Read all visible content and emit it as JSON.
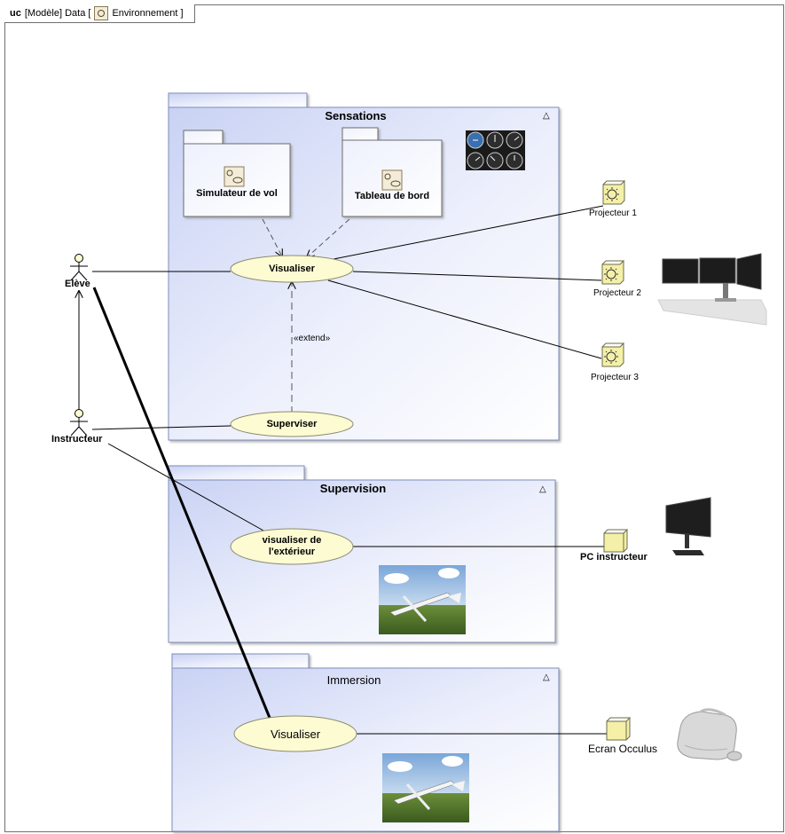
{
  "frame": {
    "kind": "uc",
    "prefix": "[Modèle] Data [",
    "name": "Environnement ]"
  },
  "packages": {
    "sensations": {
      "title": "Sensations",
      "collapse": "△"
    },
    "supervision": {
      "title": "Supervision",
      "collapse": "△"
    },
    "immersion": {
      "title": "Immersion",
      "collapse": "△"
    }
  },
  "sub_packages": {
    "simulateur": "Simulateur de vol",
    "tableau": "Tableau de bord"
  },
  "use_cases": {
    "visualiser_sensations": "Visualiser",
    "superviser": "Superviser",
    "visualiser_exterieur": "visualiser de l'extérieur",
    "visualiser_immersion": "Visualiser"
  },
  "actors": {
    "eleve": "Elève",
    "instructeur": "Instructeur"
  },
  "nodes": {
    "projecteur1": "Projecteur 1",
    "projecteur2": "Projecteur 2",
    "projecteur3": "Projecteur 3",
    "pc_instructeur": "PC instructeur",
    "ecran_occulus": "Ecran Occulus"
  },
  "relations": {
    "extend": "«extend»"
  },
  "colors": {
    "package_fill": "#e6ebfb",
    "use_case_fill": "#fdfbd2",
    "node_fill": "#f4f0a8",
    "line": "#000000"
  }
}
